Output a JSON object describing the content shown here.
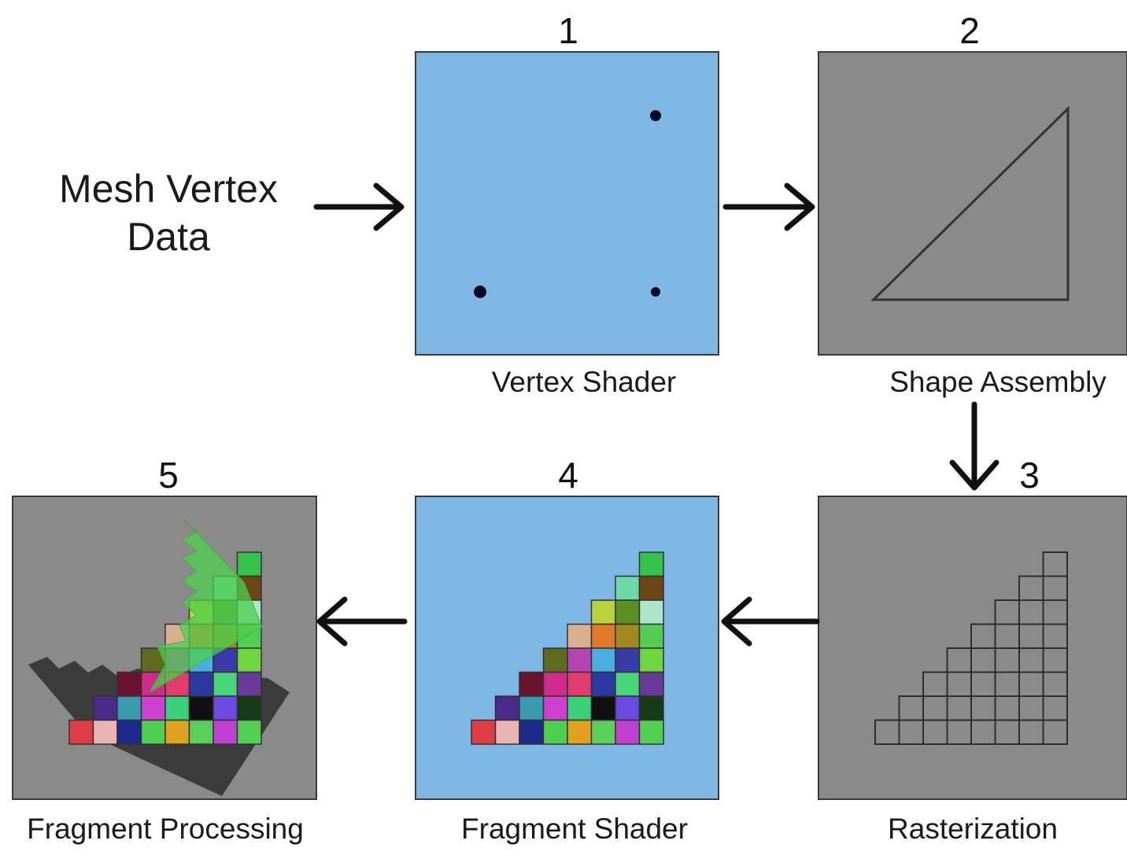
{
  "input": {
    "line1": "Mesh Vertex",
    "line2": "Data"
  },
  "stages": [
    {
      "number": "1",
      "label": "Vertex Shader"
    },
    {
      "number": "2",
      "label": "Shape Assembly"
    },
    {
      "number": "3",
      "label": "Rasterization"
    },
    {
      "number": "4",
      "label": "Fragment Shader"
    },
    {
      "number": "5",
      "label": "Fragment Processing"
    }
  ],
  "colors": {
    "shader_panel": "#7eb7e4",
    "fixed_panel": "#8a8a8a",
    "outline": "#3a3a3a",
    "arrow": "#111111",
    "overlay_triangle": "#4ccf4c",
    "shadow": "#3c3c3c"
  },
  "fragment_colors": [
    [
      "#35c24a"
    ],
    [
      "#6fd6a8",
      "#6b4616"
    ],
    [
      "#b9d13a",
      "#5b8f22",
      "#a8e8c8"
    ],
    [
      "#d8b090",
      "#e07a2a",
      "#a08a20",
      "#52cf52"
    ],
    [
      "#5e6a1e",
      "#b444b4",
      "#4aaee0",
      "#3a3aa8",
      "#6fd640"
    ],
    [
      "#6a1230",
      "#d02a8a",
      "#e03c6e",
      "#2a3aa0",
      "#48d67a",
      "#6a3a9a"
    ],
    [
      "#4a2a8a",
      "#3a9ab0",
      "#d040d0",
      "#3ad07a",
      "#111111",
      "#6a4ae0",
      "#173a17"
    ],
    [
      "#e03c46",
      "#e8b4b4",
      "#1e2a8a",
      "#50d050",
      "#e0a020",
      "#5ad05a",
      "#c040d0",
      "#52d052"
    ]
  ]
}
